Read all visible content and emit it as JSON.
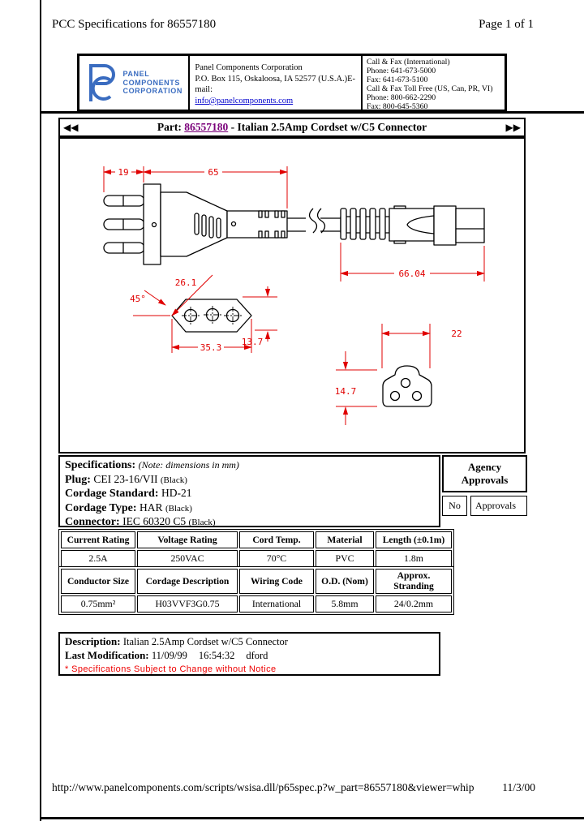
{
  "page": {
    "header_left": "PCC Specifications for 86557180",
    "header_right": "Page 1 of 1",
    "footer_url": "http://www.panelcomponents.com/scripts/wsisa.dll/p65spec.p?w_part=86557180&viewer=whip",
    "footer_date": "11/3/00"
  },
  "company": {
    "logo_line1": "PANEL",
    "logo_line2": "COMPONENTS",
    "logo_line3": "CORPORATION",
    "logo_color": "#3a6cc0",
    "name": "Panel Components Corporation",
    "address": "P.O. Box 115, Oskaloosa, IA 52577 (U.S.A.)E-mail:",
    "email": "info@panelcomponents.com",
    "contact_line1": "Call & Fax (International)",
    "contact_line2": "Phone: 641-673-5000",
    "contact_line3": "Fax: 641-673-5100",
    "contact_line4": "Call & Fax Toll Free (US, Can, PR, VI)",
    "contact_line5": "Phone: 800-662-2290",
    "contact_line6": "Fax: 800-645-5360"
  },
  "part_bar": {
    "prev": "◀◀",
    "next": "▶▶",
    "label": "Part: ",
    "part_number": "86557180",
    "title_rest": " - Italian 2.5Amp Cordset w/C5 Connector"
  },
  "drawing": {
    "dim_color": "#ee0000",
    "dims": {
      "pin_length": "19",
      "body_length": "65",
      "connector_length": "66.04",
      "plug_diagonal": "26.1",
      "plug_angle": "45°",
      "plug_width": "35.3",
      "plug_height": "13.7",
      "c5_width": "22",
      "c5_height": "14.7"
    }
  },
  "specs": {
    "title": "Specifications: ",
    "note": "(Note: dimensions in mm)",
    "plug_label": "Plug: ",
    "plug_value": "CEI 23-16/VII",
    "plug_extra": "(Black)",
    "cordage_standard_label": "Cordage Standard: ",
    "cordage_standard_value": "HD-21",
    "cordage_type_label": "Cordage Type: ",
    "cordage_type_value": "HAR",
    "cordage_type_extra": "(Black)",
    "connector_label": "Connector: ",
    "connector_value": "IEC 60320 C5",
    "connector_extra": "(Black)"
  },
  "agency": {
    "title": "Agency Approvals",
    "no_label": "No",
    "approvals_label": "Approvals"
  },
  "ratings_table": {
    "headers": [
      "Current Rating",
      "Voltage Rating",
      "Cord Temp.",
      "Material",
      "Length (±0.1m)"
    ],
    "values": [
      "2.5A",
      "250VAC",
      "70°C",
      "PVC",
      "1.8m"
    ]
  },
  "cordage_table": {
    "headers": [
      "Conductor Size",
      "Cordage Description",
      "Wiring Code",
      "O.D. (Nom)",
      "Approx. Stranding"
    ],
    "values": [
      "0.75mm²",
      "H03VVF3G0.75",
      "International",
      "5.8mm",
      "24/0.2mm"
    ]
  },
  "description": {
    "label": "Description: ",
    "value": "Italian 2.5Amp Cordset w/C5 Connector",
    "mod_label": "Last Modification: ",
    "mod_date": "11/09/99",
    "mod_time": "16:54:32",
    "mod_by": "dford",
    "notice": "* Specifications Subject to Change without Notice"
  }
}
